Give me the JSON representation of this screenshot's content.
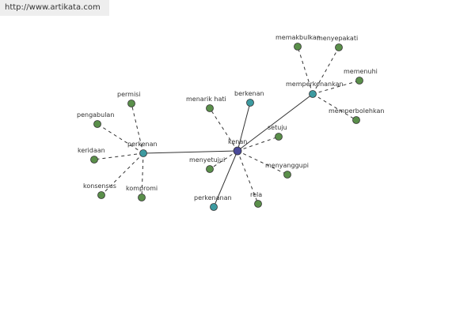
{
  "header": {
    "url": "http://www.artikata.com"
  },
  "colors": {
    "center": "#4a4a9a",
    "hub": "#3d9aa0",
    "leaf": "#5a8f4a",
    "solid": "#333333",
    "dashed": "#333333"
  },
  "graph": {
    "center": {
      "id": "kenan",
      "label": "kenan"
    },
    "hubs": [
      {
        "id": "perkenan",
        "label": "perkenan"
      },
      {
        "id": "memperkenankan",
        "label": "memperkenankan"
      },
      {
        "id": "berkenan",
        "label": "berkenan"
      },
      {
        "id": "perkenanan",
        "label": "perkenanan"
      }
    ],
    "leaves": [
      {
        "id": "permisi",
        "label": "permisi",
        "parent": "perkenan"
      },
      {
        "id": "pengabulan",
        "label": "pengabulan",
        "parent": "perkenan"
      },
      {
        "id": "keridaan",
        "label": "keridaan",
        "parent": "perkenan"
      },
      {
        "id": "konsensus",
        "label": "konsensus",
        "parent": "perkenan"
      },
      {
        "id": "kompromi",
        "label": "kompromi",
        "parent": "perkenan"
      },
      {
        "id": "memakbulkan",
        "label": "memakbulkan",
        "parent": "memperkenankan"
      },
      {
        "id": "menyepakati",
        "label": "menyepakati",
        "parent": "memperkenankan"
      },
      {
        "id": "memenuhi",
        "label": "memenuhi",
        "parent": "memperkenankan"
      },
      {
        "id": "memperbolehkan",
        "label": "memperbolehkan",
        "parent": "memperkenankan"
      },
      {
        "id": "menarik-hati",
        "label": "menarik hati",
        "parent": "kenan"
      },
      {
        "id": "setuju",
        "label": "setuju",
        "parent": "kenan"
      },
      {
        "id": "menyetujui",
        "label": "menyetujui",
        "parent": "kenan"
      },
      {
        "id": "menyanggupi",
        "label": "menyanggupi",
        "parent": "kenan"
      },
      {
        "id": "rela",
        "label": "rela",
        "parent": "kenan"
      }
    ]
  }
}
